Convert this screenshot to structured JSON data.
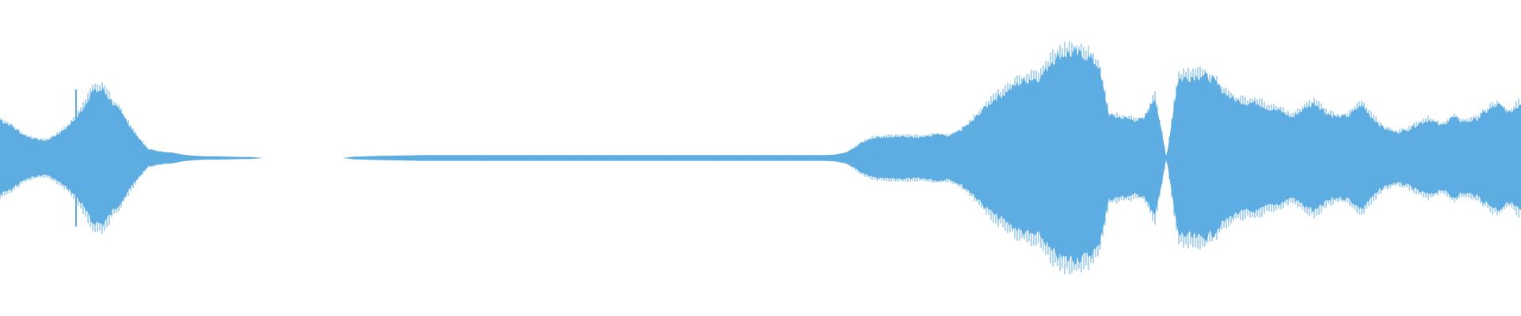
{
  "waveform": {
    "color": "#5dade2",
    "background": "#ffffff",
    "amplitude_envelope": [
      0.36,
      0.3,
      0.22,
      0.18,
      0.16,
      0.22,
      0.3,
      0.42,
      0.62,
      0.64,
      0.5,
      0.36,
      0.2,
      0.08,
      0.06,
      0.05,
      0.03,
      0.02,
      0.015,
      0.015,
      0.012,
      0.01,
      0.008,
      0.0,
      0.0,
      0.0,
      0.0,
      0.0,
      0.0,
      0.0,
      0.0,
      0.012,
      0.015,
      0.018,
      0.02,
      0.022,
      0.024,
      0.026,
      0.026,
      0.026,
      0.026,
      0.026,
      0.026,
      0.026,
      0.026,
      0.026,
      0.026,
      0.026,
      0.026,
      0.026,
      0.026,
      0.026,
      0.026,
      0.026,
      0.026,
      0.026,
      0.026,
      0.026,
      0.026,
      0.026,
      0.026,
      0.026,
      0.026,
      0.026,
      0.026,
      0.026,
      0.026,
      0.026,
      0.026,
      0.026,
      0.026,
      0.026,
      0.026,
      0.03,
      0.05,
      0.12,
      0.18,
      0.2,
      0.2,
      0.2,
      0.2,
      0.2,
      0.22,
      0.2,
      0.26,
      0.34,
      0.46,
      0.56,
      0.62,
      0.7,
      0.74,
      0.76,
      0.92,
      0.98,
      0.98,
      0.96,
      0.88,
      0.4,
      0.38,
      0.36,
      0.36,
      0.58,
      0.0,
      0.74,
      0.76,
      0.78,
      0.74,
      0.62,
      0.54,
      0.52,
      0.52,
      0.46,
      0.44,
      0.38,
      0.46,
      0.52,
      0.42,
      0.38,
      0.4,
      0.5,
      0.38,
      0.28,
      0.24,
      0.26,
      0.32,
      0.36,
      0.3,
      0.38,
      0.34,
      0.36,
      0.44,
      0.5,
      0.42,
      0.52
    ],
    "spikes": [
      {
        "t": 0.05,
        "amp": 0.62
      },
      {
        "t": 0.094,
        "amp": 0.06
      },
      {
        "t": 0.784,
        "amp": 0.72
      }
    ]
  }
}
